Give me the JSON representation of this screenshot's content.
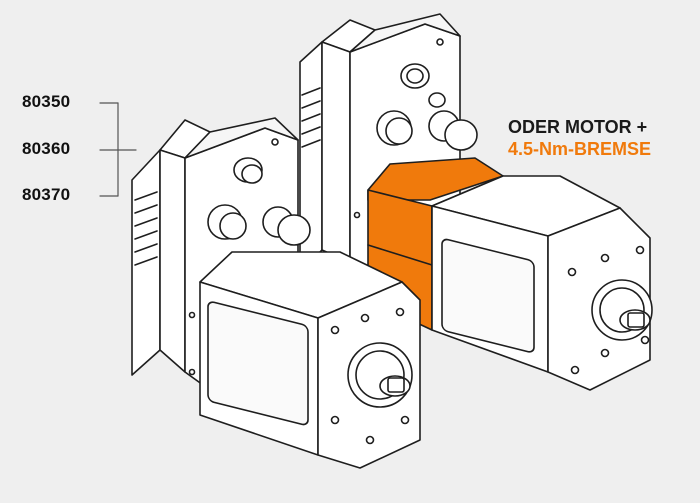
{
  "part_numbers": [
    "80350",
    "80360",
    "80370"
  ],
  "caption": {
    "line1": "ODER MOTOR +",
    "line2": "4.5-Nm-BREMSE"
  },
  "colors": {
    "background": "#efefef",
    "outline": "#1e1e1e",
    "body": "#ffffff",
    "brake_accent": "#f07a0c"
  }
}
